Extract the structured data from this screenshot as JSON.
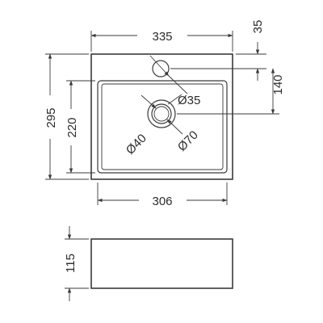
{
  "drawing": {
    "top_view": {
      "width": "335",
      "tap_offset": "35",
      "tap_to_waste": "140",
      "overall_depth": "295",
      "bowl_depth": "220",
      "bowl_width": "306",
      "waste_hole": "Ø35",
      "tap_hole": "Ø40",
      "waste_outer": "Ø70"
    },
    "side_view": {
      "height": "115"
    }
  }
}
